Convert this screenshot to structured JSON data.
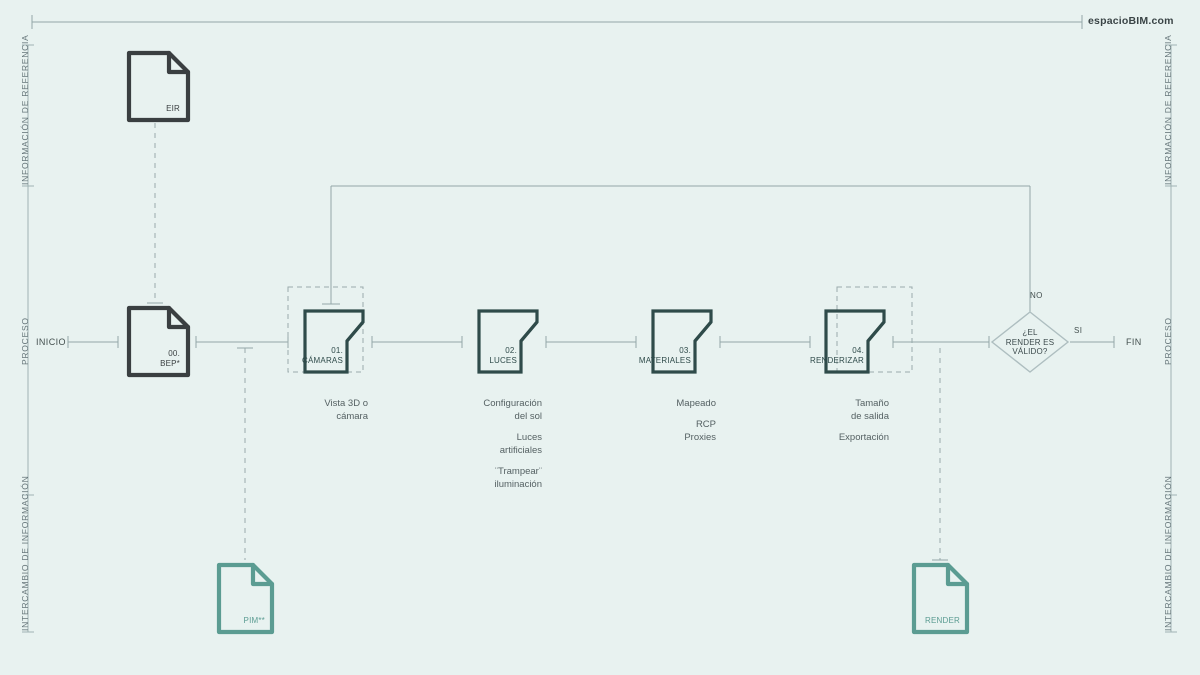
{
  "page": {
    "background_color": "#e8f2f0",
    "brand": "espacioBIM.com",
    "dark_color": "#3a3f41",
    "teal_color": "#2f4b4a",
    "accent_color": "#5b9c92",
    "line_color": "#9aaaab"
  },
  "swimlanes": {
    "left": [
      {
        "label": "INFORMACIÓN DE REFERENCIA"
      },
      {
        "label": "PROCESO"
      },
      {
        "label": "INTERCAMBIO DE INFORMACIÓN"
      }
    ],
    "right": [
      {
        "label": "INFORMACIÓN DE REFERENCIA"
      },
      {
        "label": "PROCESO"
      },
      {
        "label": "INTERCAMBIO DE INFORMACIÓN"
      }
    ]
  },
  "flow": {
    "start_label": "INICIO",
    "end_label": "FIN",
    "decision_yes": "SI",
    "decision_no": "NO"
  },
  "documents": [
    {
      "id": "eir",
      "label": "EIR",
      "color": "#3a3f41"
    },
    {
      "id": "bep",
      "label": "00.\nBEP*",
      "color": "#3a3f41"
    },
    {
      "id": "pim",
      "label": "PIM**",
      "color": "#5b9c92"
    },
    {
      "id": "render",
      "label": "RENDER",
      "color": "#5b9c92"
    }
  ],
  "steps": [
    {
      "id": "camaras",
      "number": "01.",
      "title": "CÁMARAS",
      "caption": "01.\nCÁMARAS",
      "dashed": true,
      "notes": [
        "Vista 3D o\ncámara"
      ]
    },
    {
      "id": "luces",
      "number": "02.",
      "title": "LUCES",
      "caption": "02.\nLUCES",
      "dashed": false,
      "notes": [
        "Configuración\ndel sol",
        "Luces\nartificiales",
        "¨Trampear¨\niluminación"
      ]
    },
    {
      "id": "materiales",
      "number": "03.",
      "title": "MATERIALES",
      "caption": "03.\nMATERIALES",
      "dashed": false,
      "notes": [
        "Mapeado",
        "RCP\nProxies"
      ]
    },
    {
      "id": "renderizar",
      "number": "04.",
      "title": "RENDERIZAR",
      "caption": "04.\nRENDERIZAR",
      "dashed": true,
      "notes": [
        "Tamaño\nde salida",
        "Exportación"
      ]
    }
  ],
  "decision": {
    "id": "render-valido",
    "text": "¿EL\nRENDER ES\nVÁLIDO?"
  }
}
